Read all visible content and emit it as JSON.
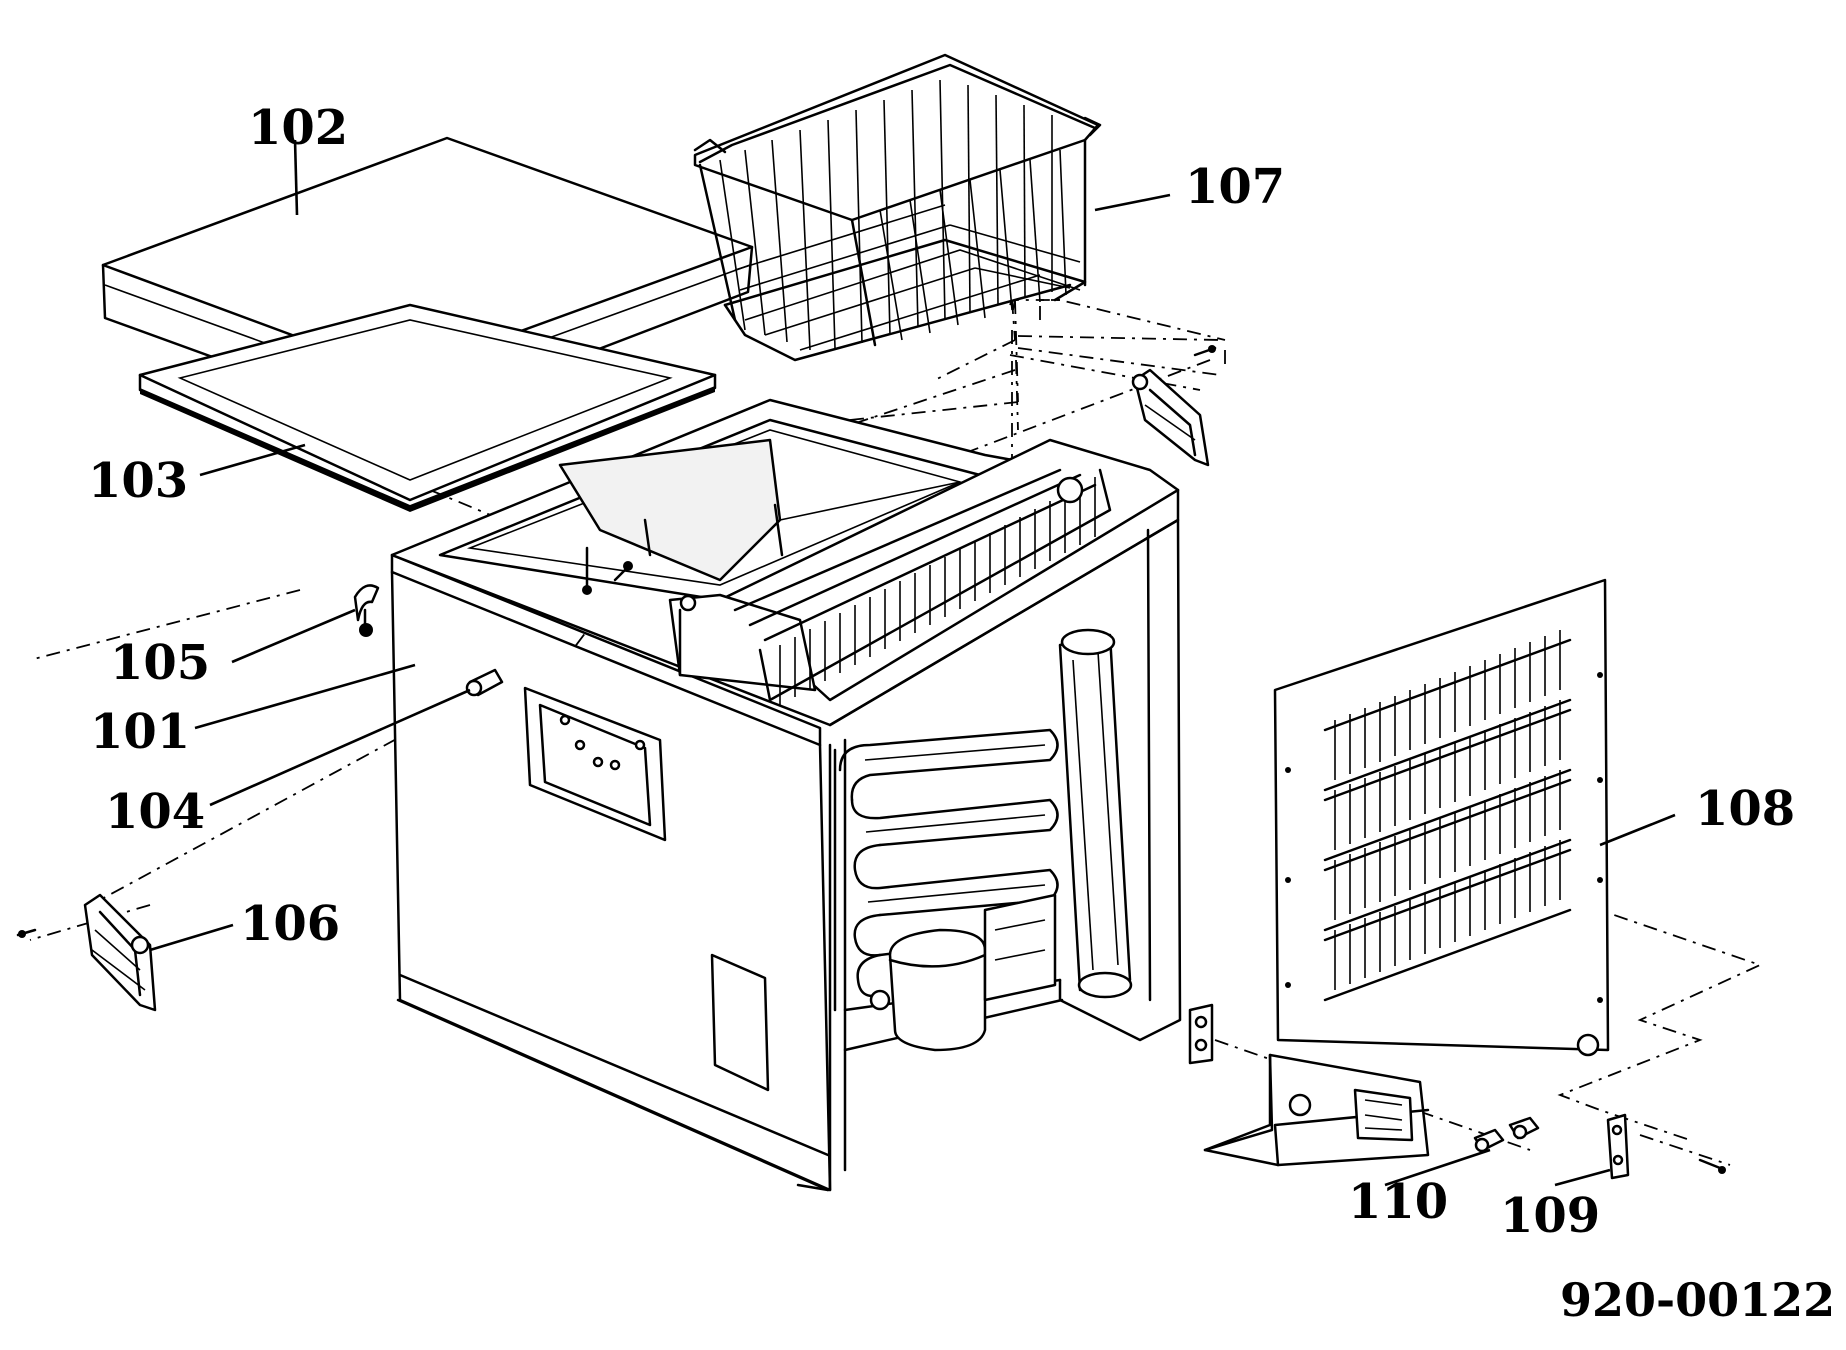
{
  "diagram": {
    "drawing_number": "920-00122",
    "callouts": [
      {
        "id": "101",
        "label": "101"
      },
      {
        "id": "102",
        "label": "102"
      },
      {
        "id": "103",
        "label": "103"
      },
      {
        "id": "104",
        "label": "104"
      },
      {
        "id": "105",
        "label": "105"
      },
      {
        "id": "106",
        "label": "106"
      },
      {
        "id": "107",
        "label": "107"
      },
      {
        "id": "108",
        "label": "108"
      },
      {
        "id": "109",
        "label": "109"
      },
      {
        "id": "110",
        "label": "110"
      }
    ]
  }
}
